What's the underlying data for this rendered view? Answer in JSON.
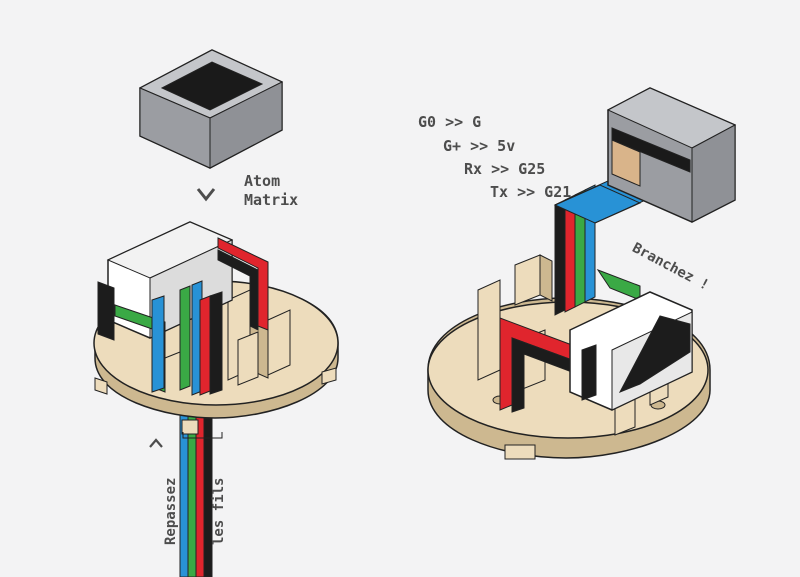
{
  "pin_mapping": [
    {
      "text": "G0 >> G"
    },
    {
      "text": "G+ >> 5v"
    },
    {
      "text": "Rx >> G25"
    },
    {
      "text": "Tx >> G21"
    }
  ],
  "atom_label": {
    "line1": "Atom",
    "line2": "Matrix"
  },
  "reroute_label": {
    "line1": "Repassez",
    "line2": "les fils"
  },
  "plug_label": "Branchez !",
  "colors": {
    "background": "#f3f3f4",
    "wood": "#eddcbc",
    "wood_dark": "#cdb890",
    "case_grey": "#8f9196",
    "wire_black": "#1c1c1c",
    "wire_red": "#e0252d",
    "wire_green": "#3aa945",
    "wire_blue": "#2892d6",
    "text": "#4d4d4d"
  }
}
